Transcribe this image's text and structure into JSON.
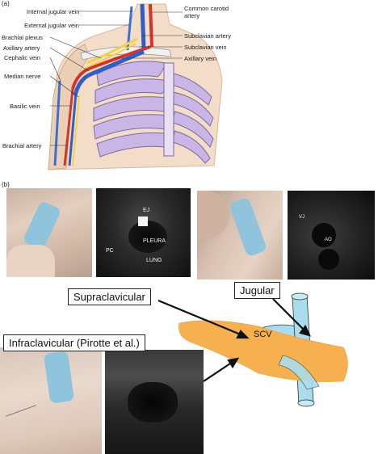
{
  "panel_a": {
    "tag": "(a)",
    "labels_left": {
      "internal_jugular_vein": "Internal jugular vein",
      "external_jugular_vein": "External jugular vein",
      "brachial_plexus": "Brachial plexus",
      "axillary_artery": "Axillary artery",
      "cephalic_vein": "Cephalic vein",
      "median_nerve": "Median nerve",
      "basilic_vein": "Basilic vein",
      "brachial_artery": "Brachial artery"
    },
    "labels_right": {
      "common_carotid_artery_1": "Common carotid",
      "common_carotid_artery_2": "artery",
      "subclavian_artery": "Subclavian artery",
      "subclavian_vein": "Subclavian vein",
      "axillary_vein": "Axillary vein"
    }
  },
  "panel_b": {
    "tag": "(b)",
    "ultrasound_1": {
      "ej": "EJ",
      "pleura": "PLEURA",
      "lung": "LUNG",
      "pc": "PC"
    },
    "ultrasound_2": {
      "vj": "VJ",
      "ao": "AO"
    },
    "callouts": {
      "supraclavicular": "Supraclavicular",
      "jugular": "Jugular",
      "infraclavicular": "Infraclavicular (Pirotte et al.)"
    },
    "diagram": {
      "scv": "SCV"
    },
    "colors": {
      "clavicle": "#f7b04f",
      "vein": "#a9dcec",
      "skin": "#e8c4a6",
      "probe": "#9ccbe0"
    }
  }
}
